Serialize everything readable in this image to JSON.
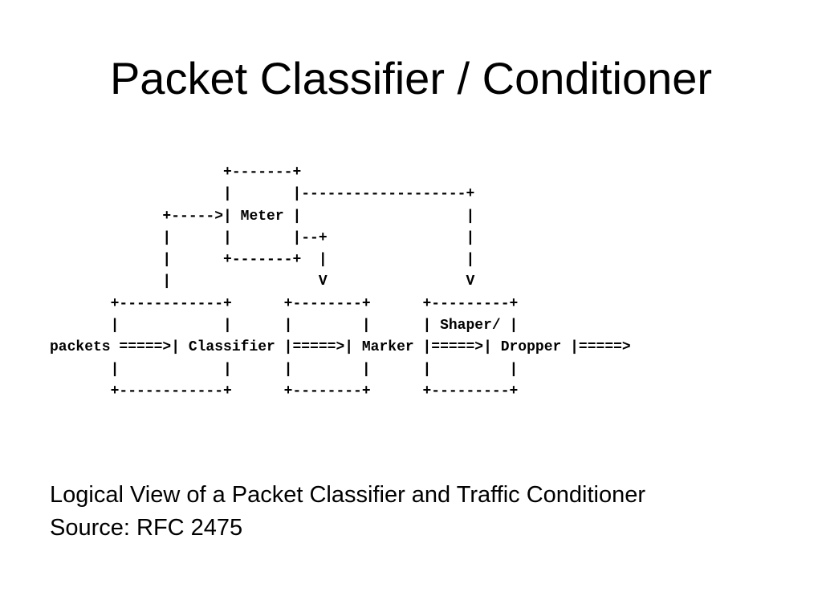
{
  "slide": {
    "title": "Packet Classifier / Conditioner",
    "diagram": {
      "lines": [
        "                    +-------+",
        "                    |       |-------------------+",
        "             +----->| Meter |                   |",
        "             |      |       |--+                |",
        "             |      +-------+  |                |",
        "             |                 V                V",
        "       +------------+      +--------+      +---------+",
        "       |            |      |        |      | Shaper/ |",
        "packets =====>| Classifier |=====>| Marker |=====>| Dropper |=====>",
        "       |            |      |        |      |         |",
        "       +------------+      +--------+      +---------+"
      ]
    },
    "caption": {
      "line1": "Logical View of a Packet Classifier and Traffic Conditioner",
      "line2": "Source: RFC 2475"
    }
  }
}
